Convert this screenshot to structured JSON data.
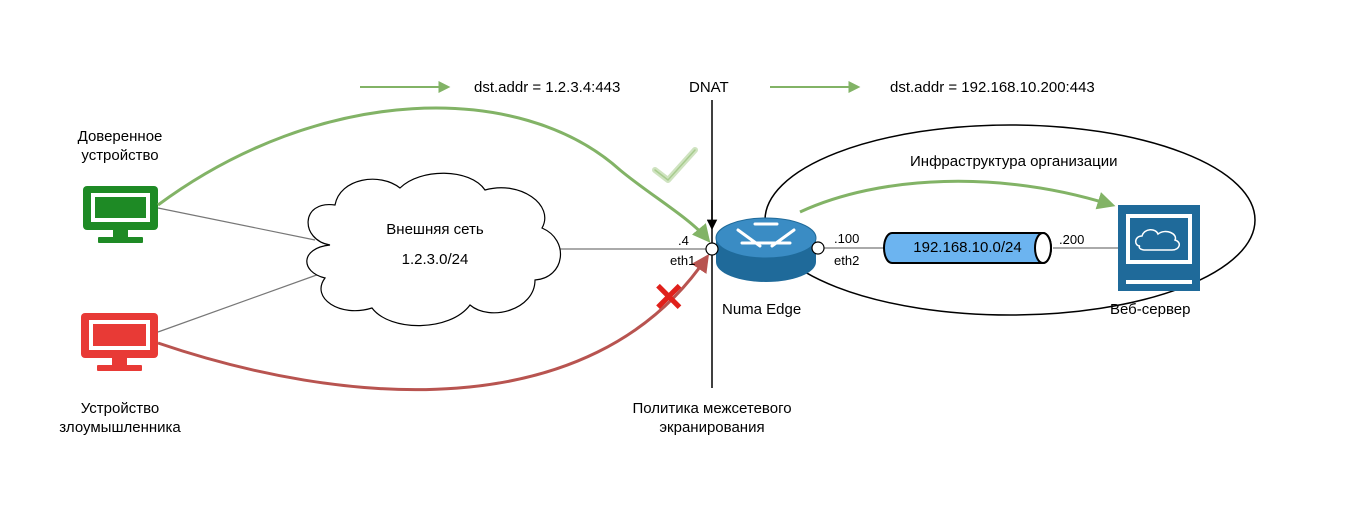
{
  "legend": {
    "before_dnat": "dst.addr = 1.2.3.4:443",
    "dnat": "DNAT",
    "after_dnat": "dst.addr = 192.168.10.200:443"
  },
  "devices": {
    "trusted": {
      "label_line1": "Доверенное",
      "label_line2": "устройство",
      "color": "#1e8a25"
    },
    "attacker": {
      "label_line1": "Устройство",
      "label_line2": "злоумышленника",
      "color": "#e83a36"
    }
  },
  "external_network": {
    "name": "Внешняя сеть",
    "subnet": "1.2.3.0/24"
  },
  "router": {
    "name": "Numa Edge",
    "eth1_ip": ".4",
    "eth1_name": "eth1",
    "eth2_ip": ".100",
    "eth2_name": "eth2"
  },
  "org": {
    "title": "Инфраструктура организации",
    "subnet": "192.168.10.0/24",
    "server_ip": ".200",
    "server_name": "Веб-сервер"
  },
  "firewall": {
    "label_line1": "Политика межсетевого",
    "label_line2": "экранирования"
  },
  "colors": {
    "allowed_flow": "#82b366",
    "blocked_flow": "#b85450",
    "router_blue": "#1f6a9a",
    "subnet_blue": "#6cb4f0",
    "deny_mark": "#e0201b"
  },
  "icons": {
    "allow": "check-icon",
    "deny": "x-icon"
  }
}
